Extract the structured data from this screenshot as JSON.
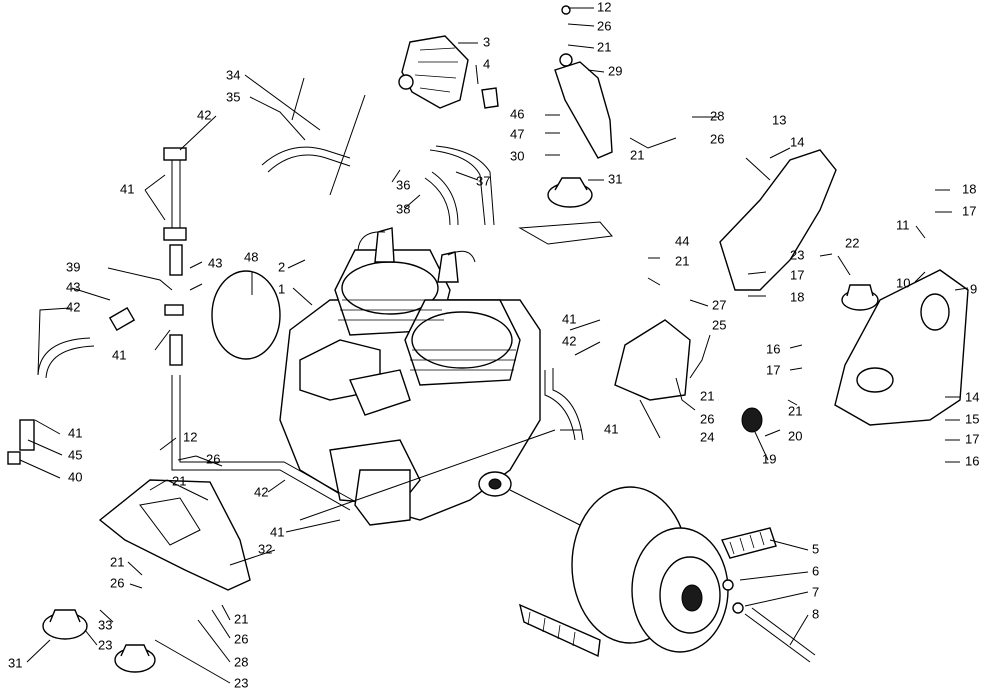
{
  "diagram": {
    "type": "exploded-parts-diagram",
    "callouts": {
      "c1": "1",
      "c2": "2",
      "c3": "3",
      "c4": "4",
      "c5": "5",
      "c6": "6",
      "c7": "7",
      "c8": "8",
      "c9": "9",
      "c10": "10",
      "c11": "11",
      "c12a": "12",
      "c12b": "12",
      "c13": "13",
      "c14a": "14",
      "c14b": "14",
      "c15": "15",
      "c16a": "16",
      "c16b": "16",
      "c17a": "17",
      "c17b": "17",
      "c17c": "17",
      "c17d": "17",
      "c18a": "18",
      "c18b": "18",
      "c19": "19",
      "c20": "20",
      "c21a": "21",
      "c21b": "21",
      "c21c": "21",
      "c21d": "21",
      "c21e": "21",
      "c21f": "21",
      "c21g": "21",
      "c21h": "21",
      "c22": "22",
      "c23a": "23",
      "c23b": "23",
      "c23c": "23",
      "c24": "24",
      "c25": "25",
      "c26a": "26",
      "c26b": "26",
      "c26c": "26",
      "c26d": "26",
      "c26e": "26",
      "c26f": "26",
      "c27": "27",
      "c28a": "28",
      "c28b": "28",
      "c29": "29",
      "c30": "30",
      "c31a": "31",
      "c31b": "31",
      "c32": "32",
      "c33": "33",
      "c34": "34",
      "c35": "35",
      "c36": "36",
      "c37": "37",
      "c38": "38",
      "c39": "39",
      "c40": "40",
      "c41a": "41",
      "c41b": "41",
      "c41c": "41",
      "c41d": "41",
      "c41e": "41",
      "c41f": "41",
      "c42a": "42",
      "c42b": "42",
      "c42c": "42",
      "c42d": "42",
      "c43a": "43",
      "c43b": "43",
      "c44": "44",
      "c45": "45",
      "c46": "46",
      "c47": "47",
      "c48": "48"
    }
  }
}
